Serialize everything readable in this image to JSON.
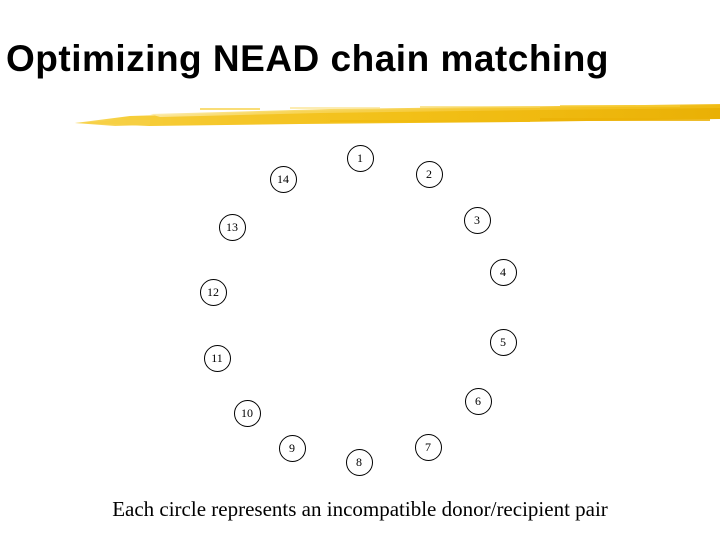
{
  "slide": {
    "title": "Optimizing NEAD chain matching",
    "caption": "Each circle represents an incompatible donor/recipient pair",
    "background_color": "#FFFFFF",
    "text_color": "#000000"
  },
  "decoration": {
    "brush_stroke": {
      "name": "yellow-brush-underline",
      "color_core": "#F2C018",
      "color_light": "#F7D551",
      "color_dark": "#E5AE08"
    }
  },
  "chart_data": {
    "type": "scatter",
    "title": "Optimizing NEAD chain matching",
    "xlabel": "",
    "ylabel": "",
    "grid": false,
    "legend": "none",
    "annotations": [
      "Each circle represents an incompatible donor/recipient pair"
    ],
    "node_radius_px": 13.5,
    "node_shape": "circle",
    "node_fill": "#FFFFFF",
    "node_stroke": "#000000",
    "xlim": [
      0,
      720
    ],
    "ylim": [
      136,
      486
    ],
    "categories": [
      "1",
      "2",
      "3",
      "4",
      "5",
      "6",
      "7",
      "8",
      "9",
      "10",
      "11",
      "12",
      "13",
      "14"
    ],
    "points": [
      {
        "label": "1",
        "x": 360,
        "y": 158
      },
      {
        "label": "2",
        "x": 429,
        "y": 174
      },
      {
        "label": "3",
        "x": 477,
        "y": 220
      },
      {
        "label": "4",
        "x": 503,
        "y": 272
      },
      {
        "label": "5",
        "x": 503,
        "y": 342
      },
      {
        "label": "6",
        "x": 478,
        "y": 401
      },
      {
        "label": "7",
        "x": 428,
        "y": 447
      },
      {
        "label": "8",
        "x": 359,
        "y": 462
      },
      {
        "label": "9",
        "x": 292,
        "y": 448
      },
      {
        "label": "10",
        "x": 247,
        "y": 413
      },
      {
        "label": "11",
        "x": 217,
        "y": 358
      },
      {
        "label": "12",
        "x": 213,
        "y": 292
      },
      {
        "label": "13",
        "x": 232,
        "y": 227
      },
      {
        "label": "14",
        "x": 283,
        "y": 179
      }
    ]
  }
}
